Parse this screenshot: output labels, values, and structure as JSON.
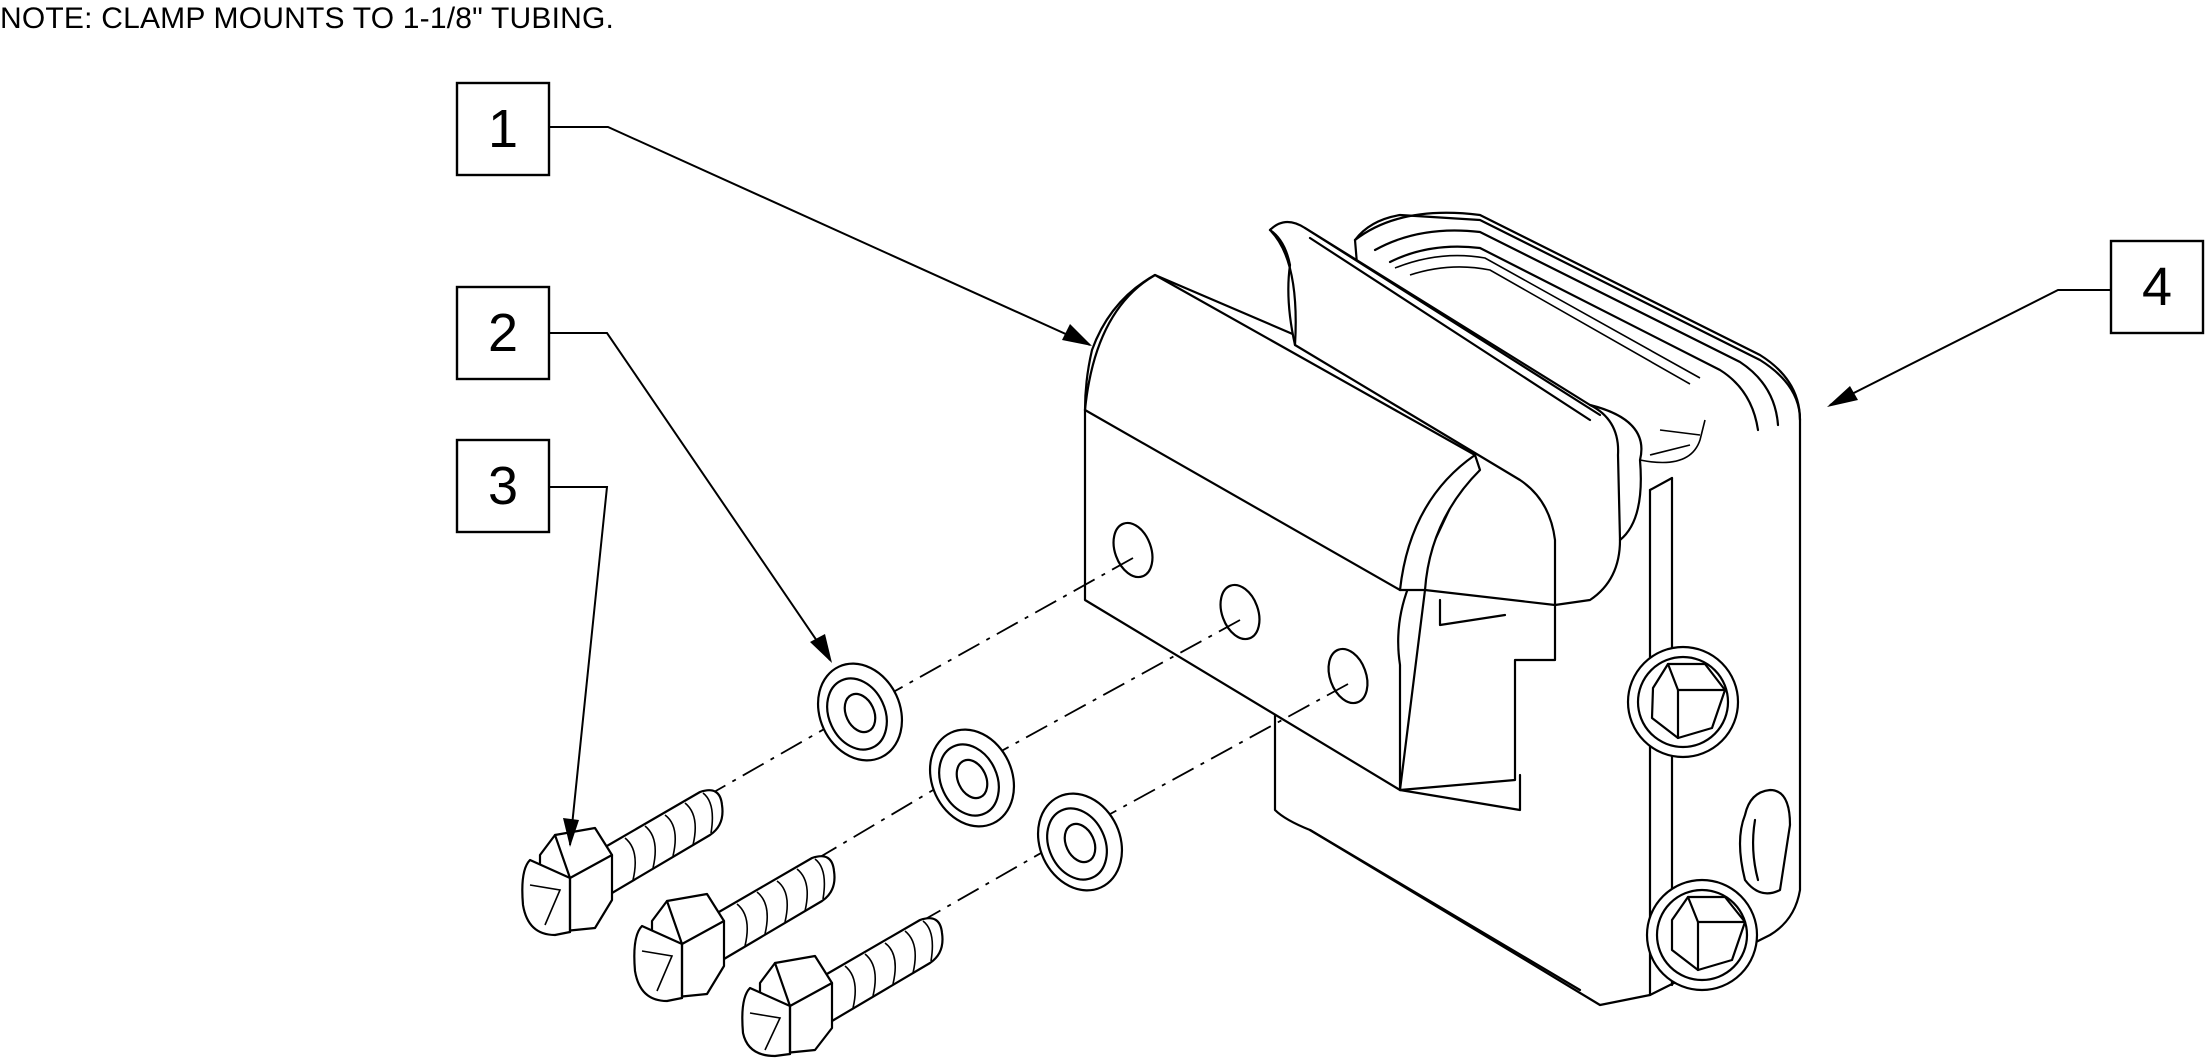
{
  "note": "NOTE: CLAMP MOUNTS TO 1-1/8\" TUBING.",
  "callouts": [
    {
      "id": "1",
      "label": "1"
    },
    {
      "id": "2",
      "label": "2"
    },
    {
      "id": "3",
      "label": "3"
    },
    {
      "id": "4",
      "label": "4"
    }
  ],
  "colors": {
    "line": "#000000",
    "background": "#ffffff"
  }
}
